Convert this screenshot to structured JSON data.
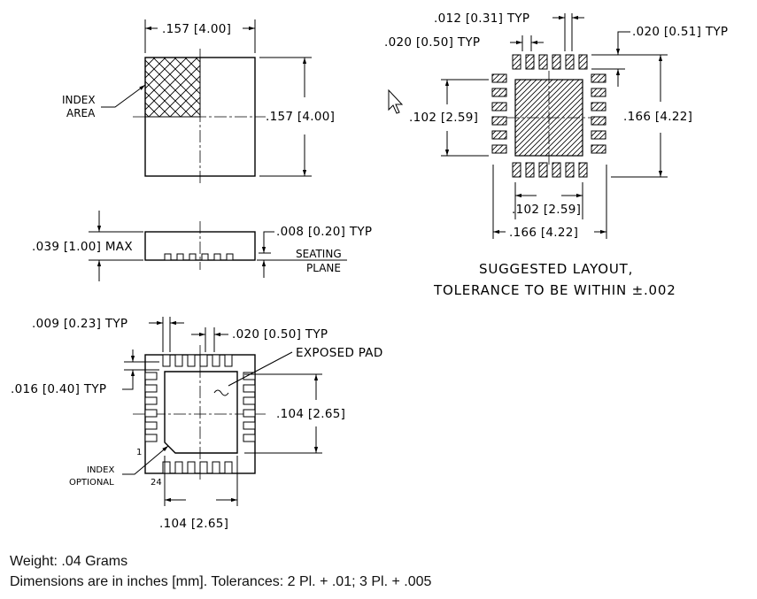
{
  "top_view": {
    "width_dim": ".157 [4.00]",
    "height_dim": ".157 [4.00]",
    "index_label_line1": "INDEX",
    "index_label_line2": "AREA"
  },
  "side_view": {
    "height_dim": ".039 [1.00] MAX",
    "lead_dim": ".008 [0.20] TYP",
    "seating_line1": "SEATING",
    "seating_line2": "PLANE"
  },
  "bottom_view": {
    "pad_width_dim": ".009 [0.23] TYP",
    "pitch_dim": ".020 [0.50] TYP",
    "pad_length_dim": ".016 [0.40] TYP",
    "exposed_pad_label": "EXPOSED PAD",
    "exposed_v_dim": ".104 [2.65]",
    "exposed_h_dim": ".104 [2.65]",
    "pin1_label": "1",
    "pin24_label": "24",
    "index_opt_line1": "INDEX",
    "index_opt_line2": "OPTIONAL"
  },
  "layout_view": {
    "pad_width_dim": ".012 [0.31] TYP",
    "pitch_dim": ".020 [0.50] TYP",
    "pad_length_dim": ".020 [0.51] TYP",
    "center_v_dim": ".102 [2.59]",
    "overall_v_dim": ".166 [4.22]",
    "center_h_dim": ".102 [2.59]",
    "overall_h_dim": ".166 [4.22]",
    "caption_line1": "SUGGESTED LAYOUT,",
    "caption_line2": "TOLERANCE TO BE WITHIN ±.002"
  },
  "notes": {
    "weight": "Weight: .04 Grams",
    "dimensions": "Dimensions are in inches [mm]. Tolerances: 2 Pl. + .01; 3 Pl. + .005"
  },
  "icons": [
    "mouse-cursor-icon"
  ]
}
